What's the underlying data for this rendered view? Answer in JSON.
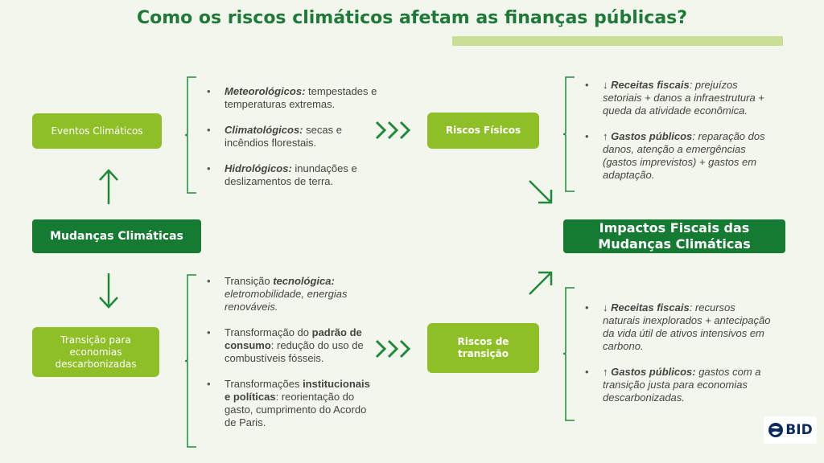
{
  "title": "Como os riscos climáticos afetam as finanças públicas?",
  "boxes": {
    "eventos": "Eventos Climáticos",
    "mudancas": "Mudanças Climáticas",
    "transicao": "Transição para economias descarbonizadas",
    "riscos_fisicos": "Riscos Físicos",
    "riscos_transicao": "Riscos de transição",
    "impactos": "Impactos Fiscais das Mudanças Climáticas"
  },
  "eventos_list": [
    {
      "term": "Meteorológicos:",
      "text": " tempestades e temperaturas extremas."
    },
    {
      "term": "Climatológicos:",
      "text": " secas e incêndios florestais."
    },
    {
      "term": "Hidrológicos:",
      "text": " inundações e deslizamentos de terra."
    }
  ],
  "transicao_list": [
    {
      "pre": "Transição ",
      "term": "tecnológica:",
      "text": " eletromobilidade, energias renováveis."
    },
    {
      "pre": "Transformação do ",
      "term": "padrão de consumo",
      "text": ": redução do uso de combustíveis fósseis."
    },
    {
      "pre": "Transformações ",
      "term": "institucionais e políticas",
      "text": ": reorientação do gasto, cumprimento do Acordo de Paris."
    }
  ],
  "fisicos_impacts": [
    {
      "arrow": "↓",
      "term": "Receitas fiscais",
      "text": ": prejuízos setoriais + danos a infraestrutura + queda da atividade econômica."
    },
    {
      "arrow": "↑",
      "term": "Gastos públicos",
      "text": ": reparação dos danos, atenção a emergências (gastos imprevistos) + gastos em adaptação."
    }
  ],
  "transicao_impacts": [
    {
      "arrow": "↓",
      "term": "Receitas fiscais",
      "text": ": recursos naturais inexplorados + antecipação da vida útil de ativos intensivos em carbono."
    },
    {
      "arrow": "↑",
      "term": "Gastos públicos:",
      "text": " gastos com a transição justa para economias descarbonizadas."
    }
  ],
  "logo": {
    "text": "BID"
  },
  "colors": {
    "dark_green": "#157a32",
    "light_green": "#8fbf26",
    "accent_bar": "#c9df96",
    "background": "#f3f6ec"
  },
  "icons": [
    "arrow-up-icon",
    "arrow-down-icon",
    "chevrons-right-icon",
    "arrow-diagonal-down-icon",
    "arrow-diagonal-up-icon",
    "bid-logo-icon"
  ]
}
